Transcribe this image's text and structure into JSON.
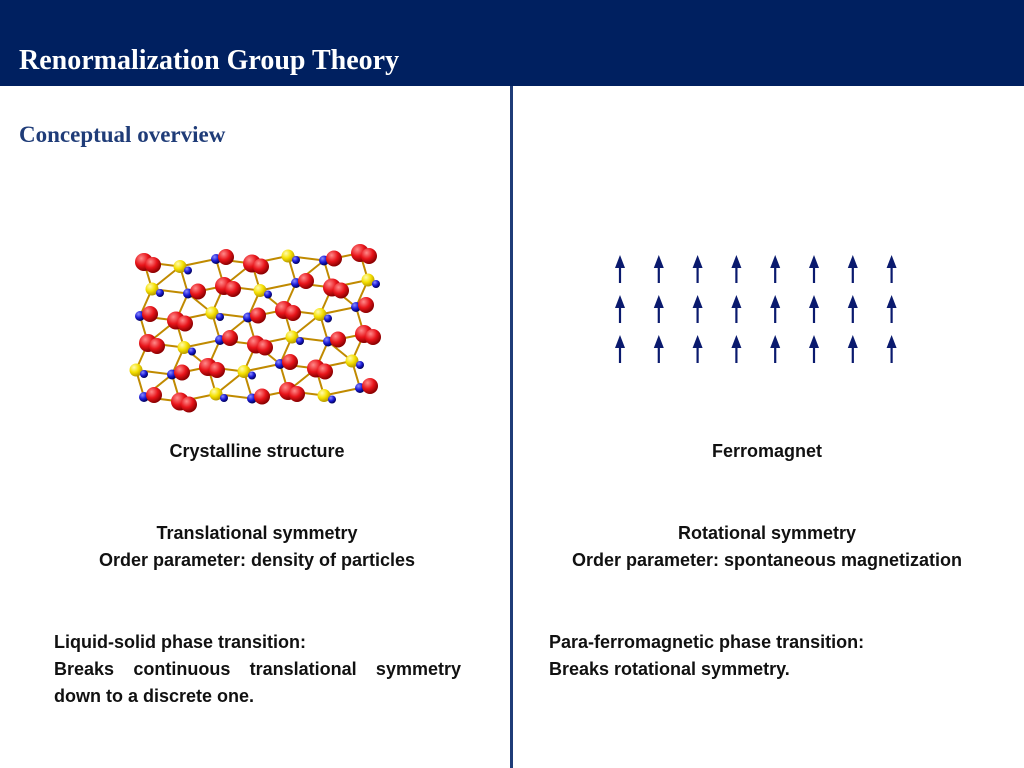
{
  "header": {
    "title": "Renormalization Group Theory",
    "background": "#002060"
  },
  "subtitle": "Conceptual overview",
  "accent": "#1f3c78",
  "left": {
    "image_icon": "crystal-lattice-icon",
    "caption": "Crystalline structure",
    "symmetry": "Translational symmetry",
    "order_parameter": "Order parameter: density of particles",
    "transition_lines": [
      "Liquid-solid phase transition:",
      "Breaks continuous translational symmetry",
      "down to a discrete one."
    ]
  },
  "right": {
    "image_icon": "aligned-spins-icon",
    "caption": "Ferromagnet",
    "symmetry": "Rotational symmetry",
    "order_parameter": "Order parameter: spontaneous magnetization",
    "transition_lines": [
      "Para-ferromagnetic phase transition:",
      "Breaks rotational symmetry."
    ],
    "spin_grid": {
      "rows": 3,
      "cols": 8,
      "direction": "up",
      "color": "#0a1a6e"
    }
  },
  "crystal_colors": {
    "red": "#e8141a",
    "yellow": "#f5e000",
    "blue": "#1a1ad6"
  }
}
